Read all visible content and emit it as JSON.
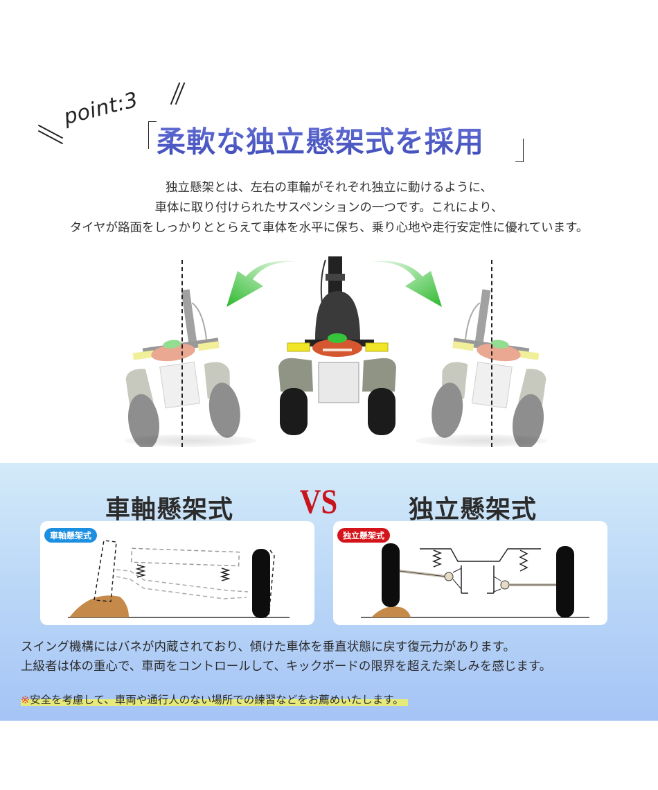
{
  "header": {
    "point_label": "point:3",
    "title": "柔軟な独立懸架式を採用",
    "title_color": "#4a57c4"
  },
  "intro": {
    "lines": [
      "独立懸架とは、左右の車輪がそれぞれ独立に動けるように、",
      "車体に取り付けられたサスペンションの一つです。これにより、",
      "タイヤが路面をしっかりととらえて車体を水平に保ち、乗り心地や走行安定性に優れています。"
    ]
  },
  "illustration": {
    "scooters": [
      {
        "position": "left",
        "state": "tilted-left",
        "faded": true
      },
      {
        "position": "center",
        "state": "upright",
        "faded": false
      },
      {
        "position": "right",
        "state": "tilted-right",
        "faded": true
      }
    ],
    "arrows": [
      {
        "direction": "left",
        "color": "#3dc43d"
      },
      {
        "direction": "right",
        "color": "#3dc43d"
      }
    ]
  },
  "comparison": {
    "left_title": "車軸懸架式",
    "vs_label": "VS",
    "right_title": "独立懸架式",
    "vs_color": "#c8141c",
    "left_card": {
      "tag": "車軸懸架式",
      "tag_color": "#1d8fe0"
    },
    "right_card": {
      "tag": "独立懸架式",
      "tag_color": "#d4141b"
    },
    "description": [
      "スイング機構にはバネが内蔵されており、傾けた車体を垂直状態に戻す復元力があります。",
      "上級者は体の重心で、車両をコントロールして、キックボードの限界を超えた楽しみを感じます。"
    ],
    "note_mark": "※",
    "note": "安全を考慮して、車両や通行人のない場所での練習などをお薦めいたします。"
  }
}
